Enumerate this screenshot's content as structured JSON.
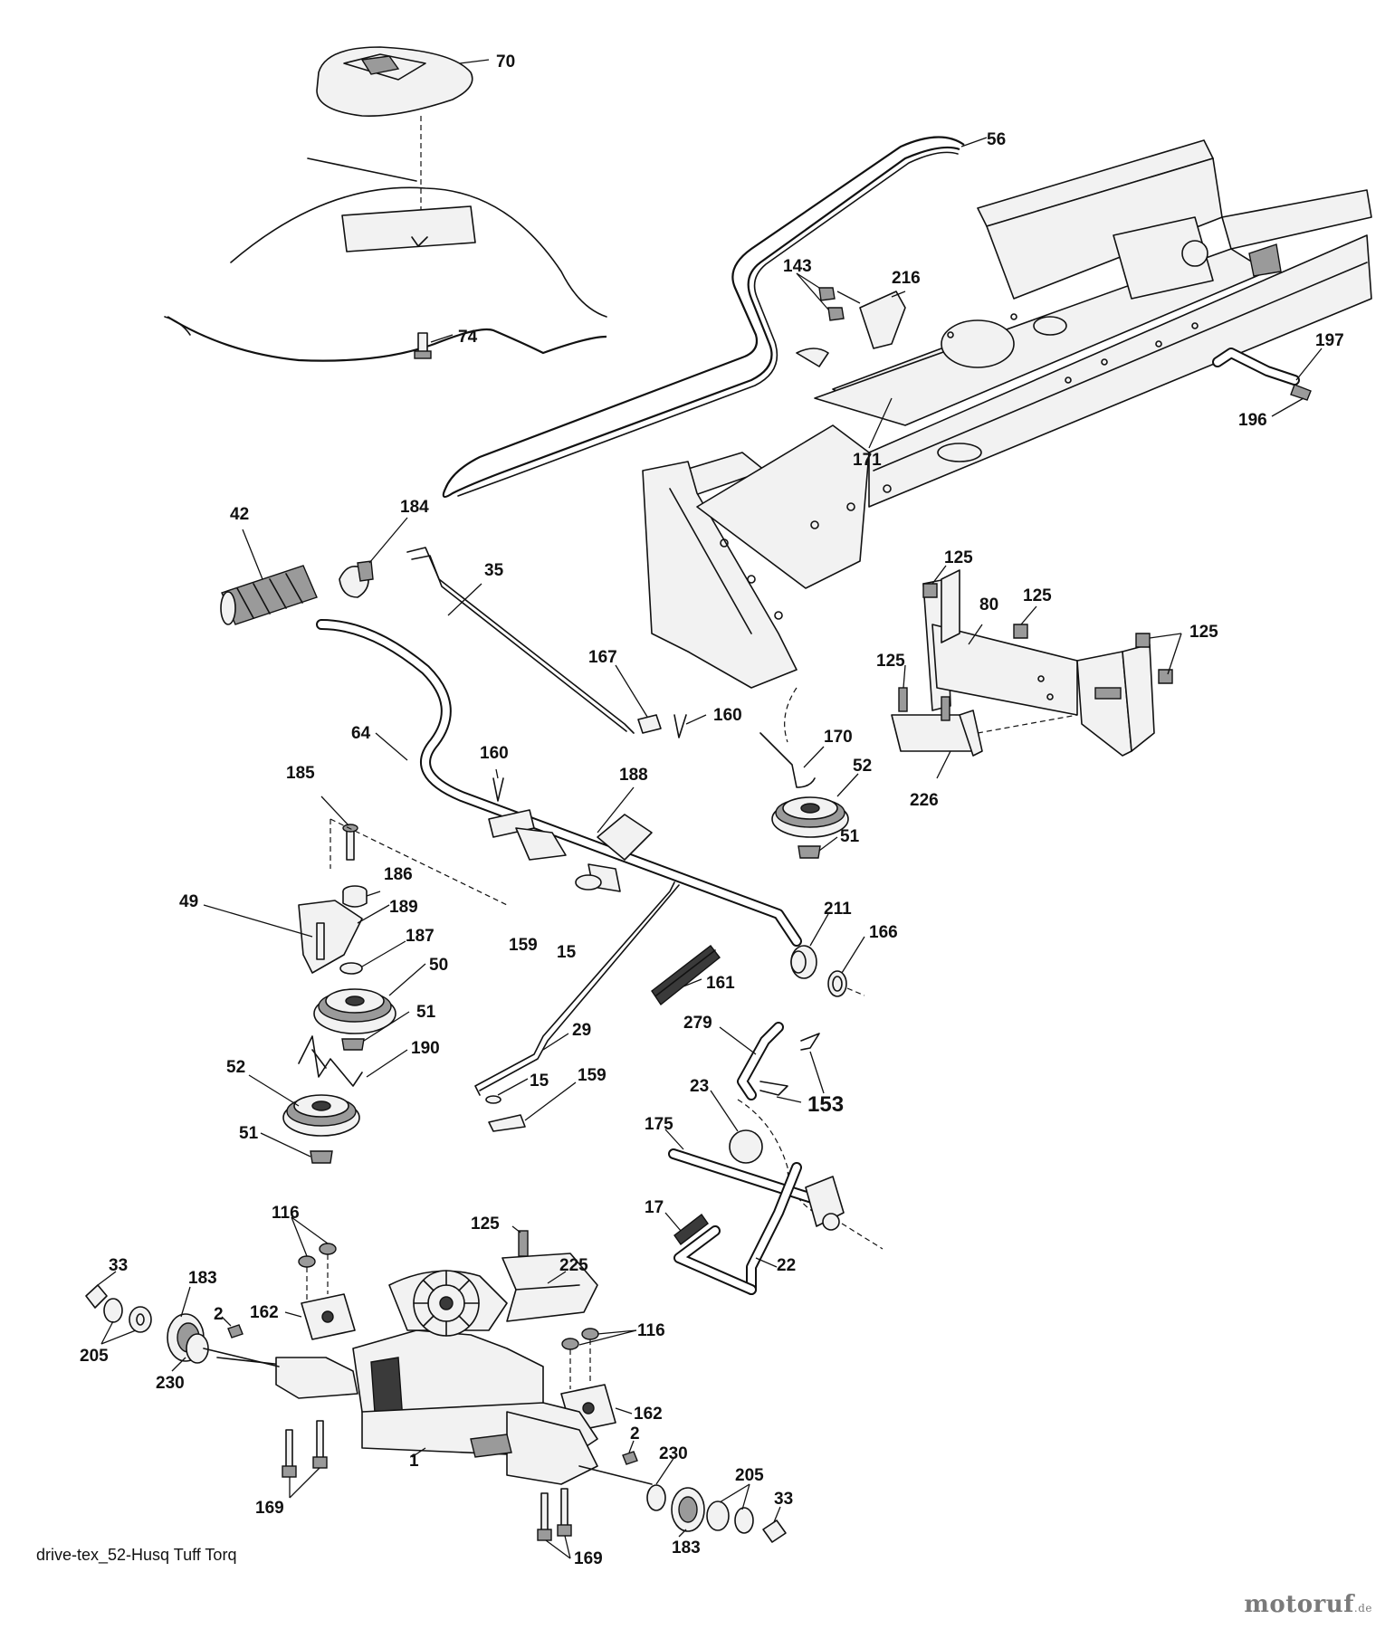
{
  "diagram": {
    "caption": "drive-tex_52-Husq Tuff Torq",
    "watermark": {
      "name": "motoruf",
      "suffix": ".de"
    },
    "callouts": {
      "c70": "70",
      "c56": "56",
      "c74": "74",
      "c143": "143",
      "c216": "216",
      "c197": "197",
      "c196": "196",
      "c171": "171",
      "c42": "42",
      "c184": "184",
      "c35": "35",
      "c125a": "125",
      "c125b": "125",
      "c125c": "125",
      "c125d": "125",
      "c80": "80",
      "c167": "167",
      "c160a": "160",
      "c64": "64",
      "c170": "170",
      "c52a": "52",
      "c226": "226",
      "c160b": "160",
      "c188": "188",
      "c185": "185",
      "c51a": "51",
      "c186": "186",
      "c49": "49",
      "c189": "189",
      "c187": "187",
      "c211": "211",
      "c166": "166",
      "c159a": "159",
      "c15a": "15",
      "c50": "50",
      "c161": "161",
      "c51b": "51",
      "c29": "29",
      "c279": "279",
      "c190": "190",
      "c52b": "52",
      "c15b": "15",
      "c159b": "159",
      "c23": "23",
      "c153": "153",
      "c51c": "51",
      "c175": "175",
      "c116a": "116",
      "c125e": "125",
      "c17": "17",
      "c33a": "33",
      "c183a": "183",
      "c225": "225",
      "c22": "22",
      "c2a": "2",
      "c162a": "162",
      "c116b": "116",
      "c205a": "205",
      "c230a": "230",
      "c162b": "162",
      "c1": "1",
      "c2b": "2",
      "c230b": "230",
      "c205b": "205",
      "c169a": "169",
      "c33b": "33",
      "c183b": "183",
      "c169b": "169"
    }
  }
}
